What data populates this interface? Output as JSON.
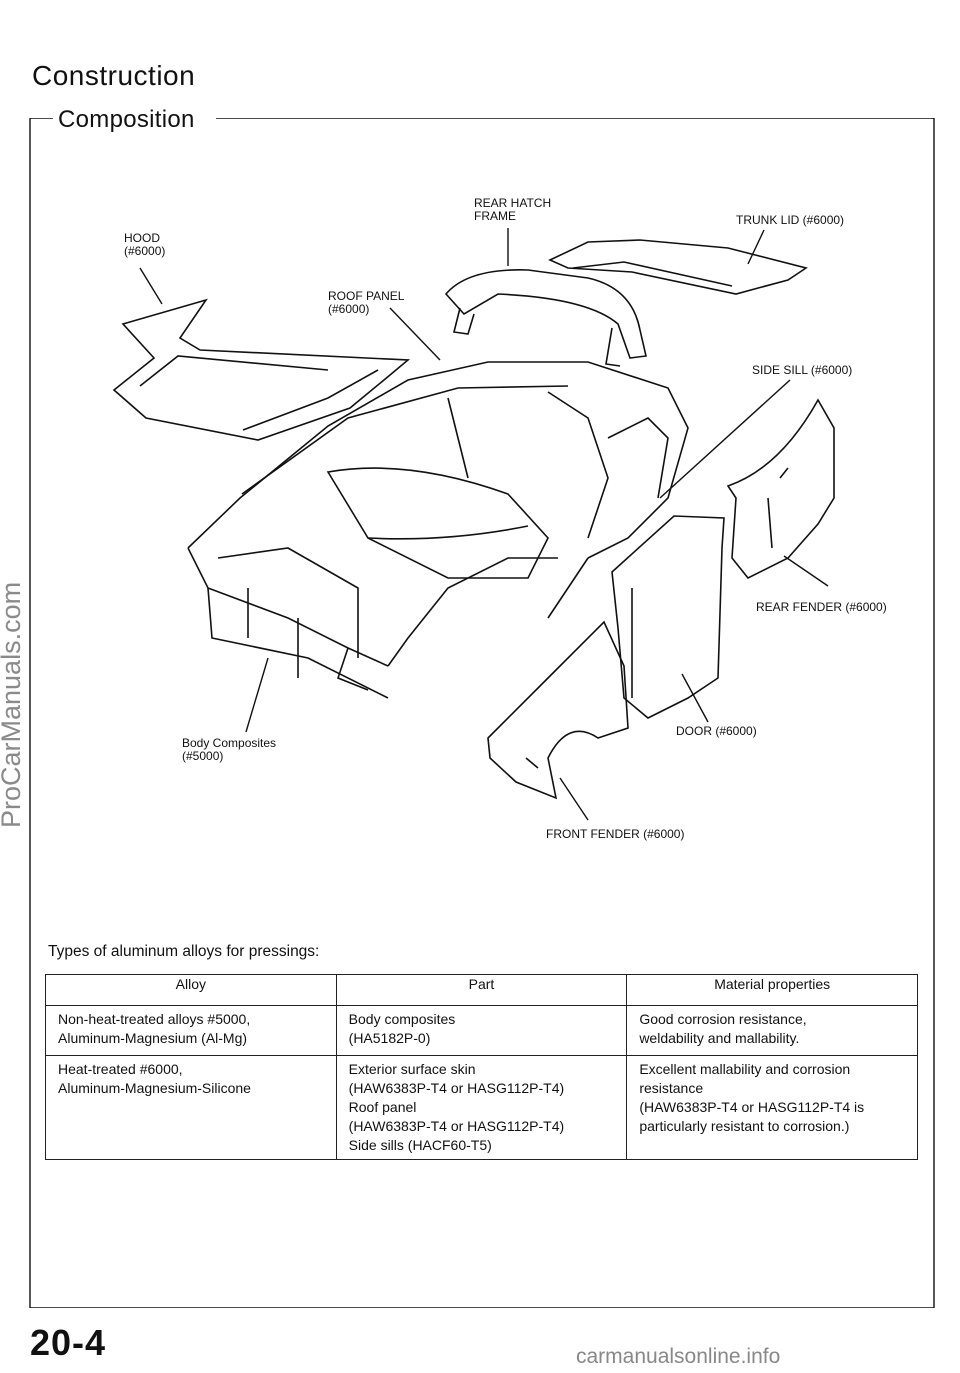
{
  "header": {
    "title": "Construction",
    "subtitle": "Composition"
  },
  "callouts": [
    {
      "id": "hood",
      "text": "HOOD\n(#6000)"
    },
    {
      "id": "rear-hatch-frame",
      "text": "REAR HATCH\nFRAME"
    },
    {
      "id": "trunk-lid",
      "text": "TRUNK LID (#6000)"
    },
    {
      "id": "roof-panel",
      "text": "ROOF PANEL\n(#6000)"
    },
    {
      "id": "side-sill",
      "text": "SIDE SILL (#6000)"
    },
    {
      "id": "rear-fender",
      "text": "REAR FENDER (#6000)"
    },
    {
      "id": "door",
      "text": "DOOR (#6000)"
    },
    {
      "id": "body-composites",
      "text": "Body Composites\n(#5000)"
    },
    {
      "id": "front-fender",
      "text": "FRONT FENDER (#6000)"
    }
  ],
  "types_label": "Types of aluminum alloys for pressings:",
  "table": {
    "headers": [
      "Alloy",
      "Part",
      "Material properties"
    ],
    "rows": [
      [
        "Non-heat-treated alloys #5000,\nAluminum-Magnesium (Al-Mg)",
        "Body composites\n(HA5182P-0)",
        "Good corrosion resistance,\nweldability and mallability."
      ],
      [
        "Heat-treated #6000,\nAluminum-Magnesium-Silicone",
        "Exterior surface skin\n(HAW6383P-T4 or HASG112P-T4)\nRoof panel\n(HAW6383P-T4 or HASG112P-T4)\nSide sills (HACF60-T5)",
        "Excellent mallability and corrosion\nresistance\n(HAW6383P-T4 or HASG112P-T4 is\nparticularly resistant to corrosion.)"
      ]
    ]
  },
  "page_number": "20-4",
  "watermark_left": "ProCarManuals.com",
  "watermark_bottom": "carmanualsonline.info"
}
